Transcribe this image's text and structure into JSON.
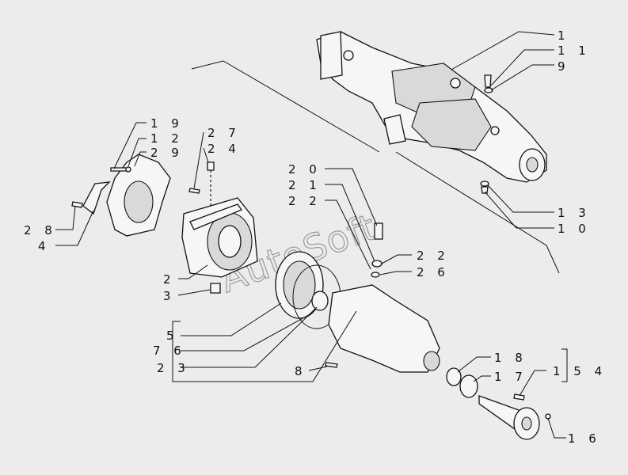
{
  "watermark": "AutoSoft",
  "labels": {
    "l1": "1",
    "l11": "1 1",
    "l9": "9",
    "l13": "1 3",
    "l10": "1 0",
    "l19": "1 9",
    "l12": "1 2",
    "l29": "2 9",
    "l27": "2 7",
    "l24": "2 4",
    "l28": "2 8",
    "l4": "4",
    "l20": "2 0",
    "l21": "2 1",
    "l22a": "2 2",
    "l22b": "2 2",
    "l26": "2 6",
    "l2": "2",
    "l3": "3",
    "l5": "5",
    "l76": "7 6",
    "l23": "2 3",
    "l8": "8",
    "l18": "1 8",
    "l17": "1 7",
    "l154": "1 5 4",
    "l16": "1 6"
  }
}
